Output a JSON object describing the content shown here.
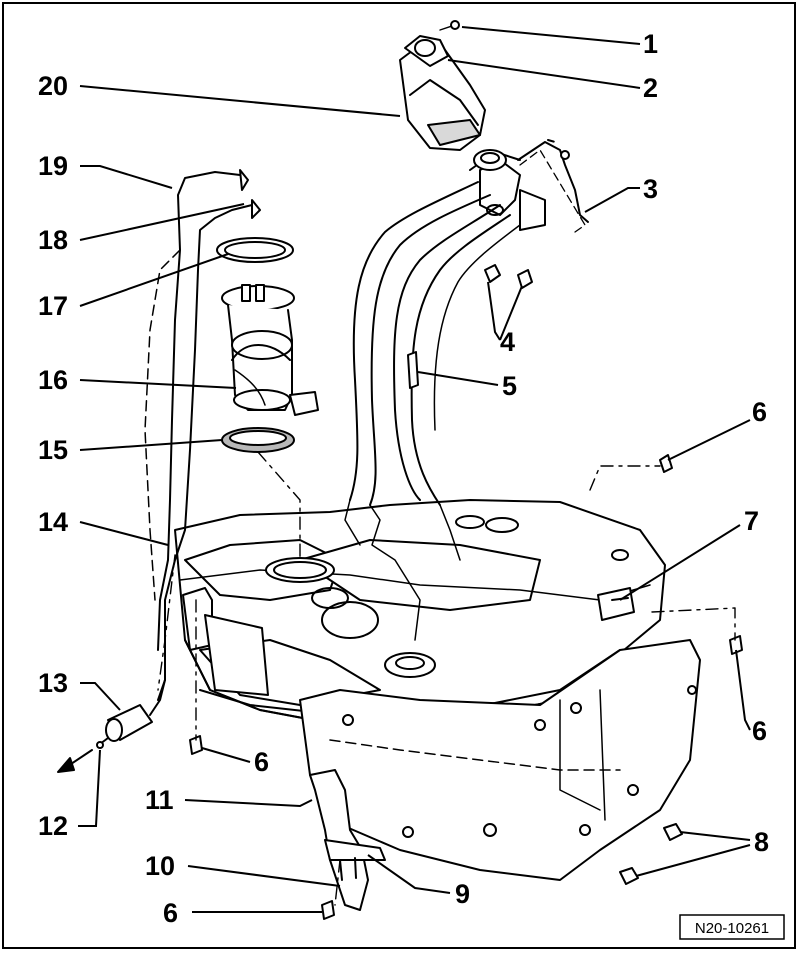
{
  "diagram": {
    "reference_code": "N20-10261",
    "colors": {
      "ink": "#000000",
      "paper": "#ffffff",
      "gasket": "#b8b8b8",
      "shade": "#d9d9d9"
    },
    "callouts": [
      {
        "id": "c1",
        "label": "1"
      },
      {
        "id": "c2",
        "label": "2"
      },
      {
        "id": "c3",
        "label": "3"
      },
      {
        "id": "c4",
        "label": "4"
      },
      {
        "id": "c5",
        "label": "5"
      },
      {
        "id": "c6a",
        "label": "6"
      },
      {
        "id": "c6b",
        "label": "6"
      },
      {
        "id": "c6c",
        "label": "6"
      },
      {
        "id": "c6d",
        "label": "6"
      },
      {
        "id": "c7",
        "label": "7"
      },
      {
        "id": "c8",
        "label": "8"
      },
      {
        "id": "c9",
        "label": "9"
      },
      {
        "id": "c10",
        "label": "10"
      },
      {
        "id": "c11",
        "label": "11"
      },
      {
        "id": "c12",
        "label": "12"
      },
      {
        "id": "c13",
        "label": "13"
      },
      {
        "id": "c14",
        "label": "14"
      },
      {
        "id": "c15",
        "label": "15"
      },
      {
        "id": "c16",
        "label": "16"
      },
      {
        "id": "c17",
        "label": "17"
      },
      {
        "id": "c18",
        "label": "18"
      },
      {
        "id": "c19",
        "label": "19"
      },
      {
        "id": "c20",
        "label": "20"
      }
    ]
  }
}
